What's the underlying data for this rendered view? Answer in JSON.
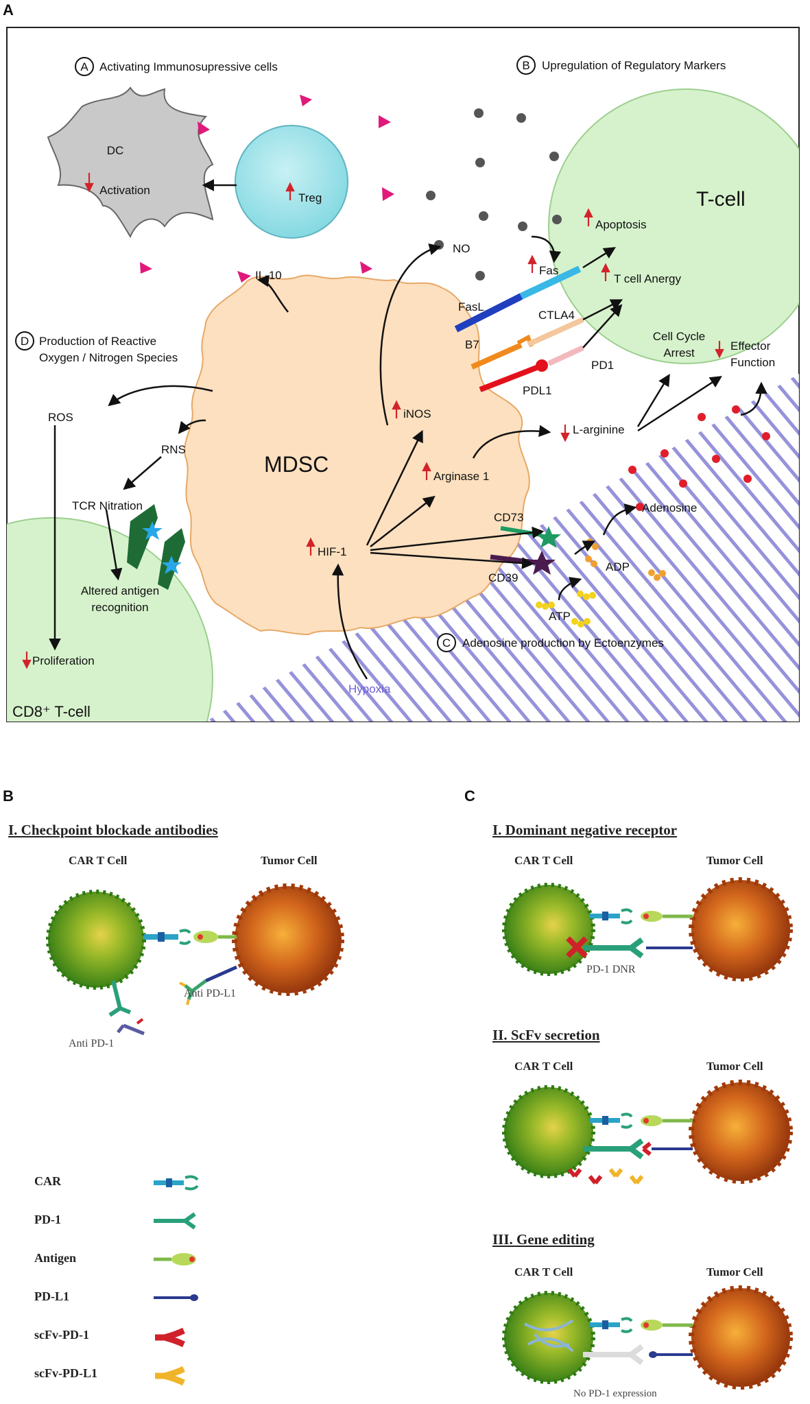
{
  "panelA": {
    "letter": "A",
    "sectionA": {
      "marker": "A",
      "text": "Activating Immunosupressive cells"
    },
    "sectionB": {
      "marker": "B",
      "text": "Upregulation of Regulatory Markers"
    },
    "sectionC": {
      "marker": "C",
      "text": "Adenosine production by Ectoenzymes"
    },
    "sectionD": {
      "marker": "D",
      "line1": "Production of Reactive",
      "line2": "Oxygen / Nitrogen Species"
    },
    "dc": {
      "line1": "DC",
      "line2": "Activation"
    },
    "treg": "Treg",
    "tcell": "T-cell",
    "mdsc": "MDSC",
    "cd8": "CD8⁺ T-cell",
    "labels": {
      "no": "NO",
      "il10": "IL-10",
      "fas": "Fas",
      "fasl": "FasL",
      "apoptosis": "Apoptosis",
      "anergy": "T cell Anergy",
      "ctla4": "CTLA4",
      "b7": "B7",
      "pd1": "PD1",
      "pdl1": "PDL1",
      "cellcycle1": "Cell Cycle",
      "cellcycle2": "Arrest",
      "effector1": "Effector",
      "effector2": "Function",
      "inos": "iNOS",
      "larginine": "L-arginine",
      "arginase": "Arginase 1",
      "hif1": "HIF-1",
      "cd73": "CD73",
      "cd39": "CD39",
      "adenosine": "Adenosine",
      "adp": "ADP",
      "atp": "ATP",
      "ros": "ROS",
      "rns": "RNS",
      "tcrnitration": "TCR Nitration",
      "altered1": "Altered antigen",
      "altered2": "recognition",
      "proliferation": "Proliferation",
      "hypoxia": "Hypoxia"
    },
    "colors": {
      "mdsc": "#fde0bf",
      "tcell": "#d6f2cc",
      "treg": "#a9e6ec",
      "dc": "#c9c9c9",
      "up_down_arrow": "#d2232a",
      "stripe": "#8a86d6",
      "magenta": "#e0197a"
    }
  },
  "panelB": {
    "letter": "B",
    "title": "I. Checkpoint blockade antibodies",
    "car_cell": "CAR T Cell",
    "tumor_cell": "Tumor Cell",
    "anti_pdl1": "Anti PD-L1",
    "anti_pd1": "Anti PD-1"
  },
  "legend": [
    {
      "label": "CAR",
      "icon": "car-icon"
    },
    {
      "label": "PD-1",
      "icon": "pd1-icon"
    },
    {
      "label": "Antigen",
      "icon": "antigen-icon"
    },
    {
      "label": "PD-L1",
      "icon": "pdl1-icon"
    },
    {
      "label": "scFv-PD-1",
      "icon": "scfv-pd1-icon"
    },
    {
      "label": "scFv-PD-L1",
      "icon": "scfv-pdl1-icon"
    }
  ],
  "panelC": {
    "letter": "C",
    "sections": [
      {
        "title": "I. Dominant negative receptor",
        "car_cell": "CAR T Cell",
        "tumor_cell": "Tumor Cell",
        "caption": "PD-1 DNR"
      },
      {
        "title": "II. ScFv secretion",
        "car_cell": "CAR T Cell",
        "tumor_cell": "Tumor Cell",
        "caption": ""
      },
      {
        "title": "III. Gene editing",
        "car_cell": "CAR T Cell",
        "tumor_cell": "Tumor Cell",
        "caption": "No PD-1 expression"
      }
    ]
  }
}
